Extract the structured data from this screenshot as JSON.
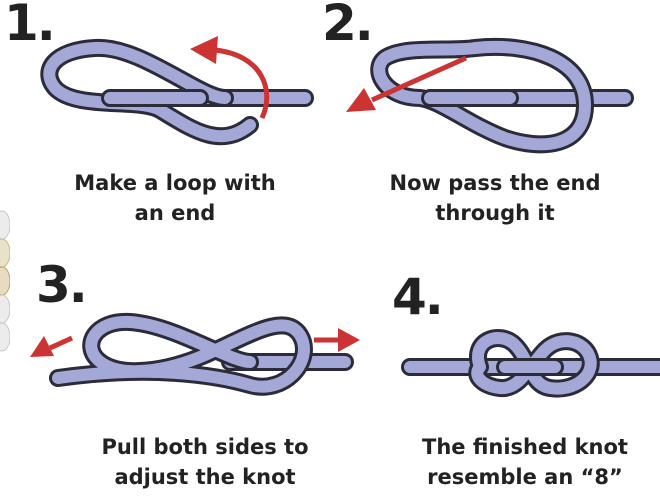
{
  "colors": {
    "rope": "#a3a8d6",
    "rope_outline": "#2b2b3a",
    "arrow": "#cc3333",
    "text": "#222222"
  },
  "steps": [
    {
      "number": "1.",
      "caption_line1": "Make a loop with",
      "caption_line2": "an end"
    },
    {
      "number": "2.",
      "caption_line1": "Now pass the end",
      "caption_line2": "through it"
    },
    {
      "number": "3.",
      "caption_line1": "Pull both sides to",
      "caption_line2": "adjust the knot"
    },
    {
      "number": "4.",
      "caption_line1": "The finished knot",
      "caption_line2": "resemble an “8”"
    }
  ]
}
